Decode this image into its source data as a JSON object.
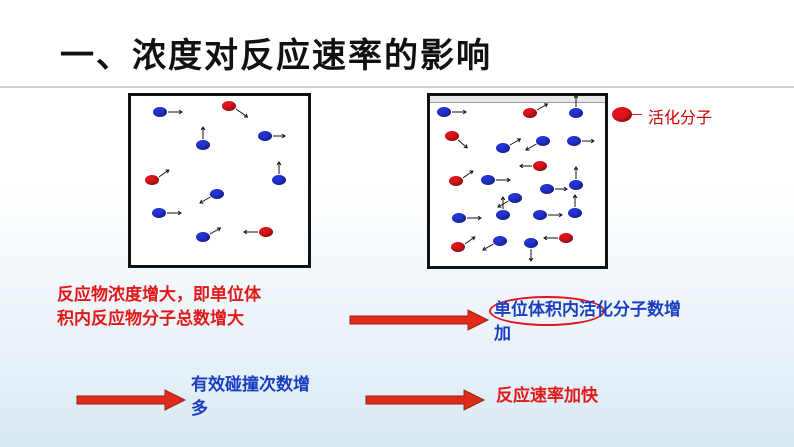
{
  "title": "一、浓度对反应速率的影响",
  "legend": {
    "label": "活化分子"
  },
  "texts": {
    "reactant_line1": "反应物浓度增大，即单位体",
    "reactant_line2": "积内反应物分子总数增大",
    "activated_line1": "单位体积内活化分子数增",
    "activated_line2": "加",
    "collision_line1": "有效碰撞次数增",
    "collision_line2": "多",
    "rate": "反应速率加快"
  },
  "colors": {
    "activated_molecule": "#e0141c",
    "normal_molecule": "#2433d6",
    "arrow": "#e02a1a",
    "text_red": "#e01818",
    "text_blue": "#1a3ec0"
  }
}
